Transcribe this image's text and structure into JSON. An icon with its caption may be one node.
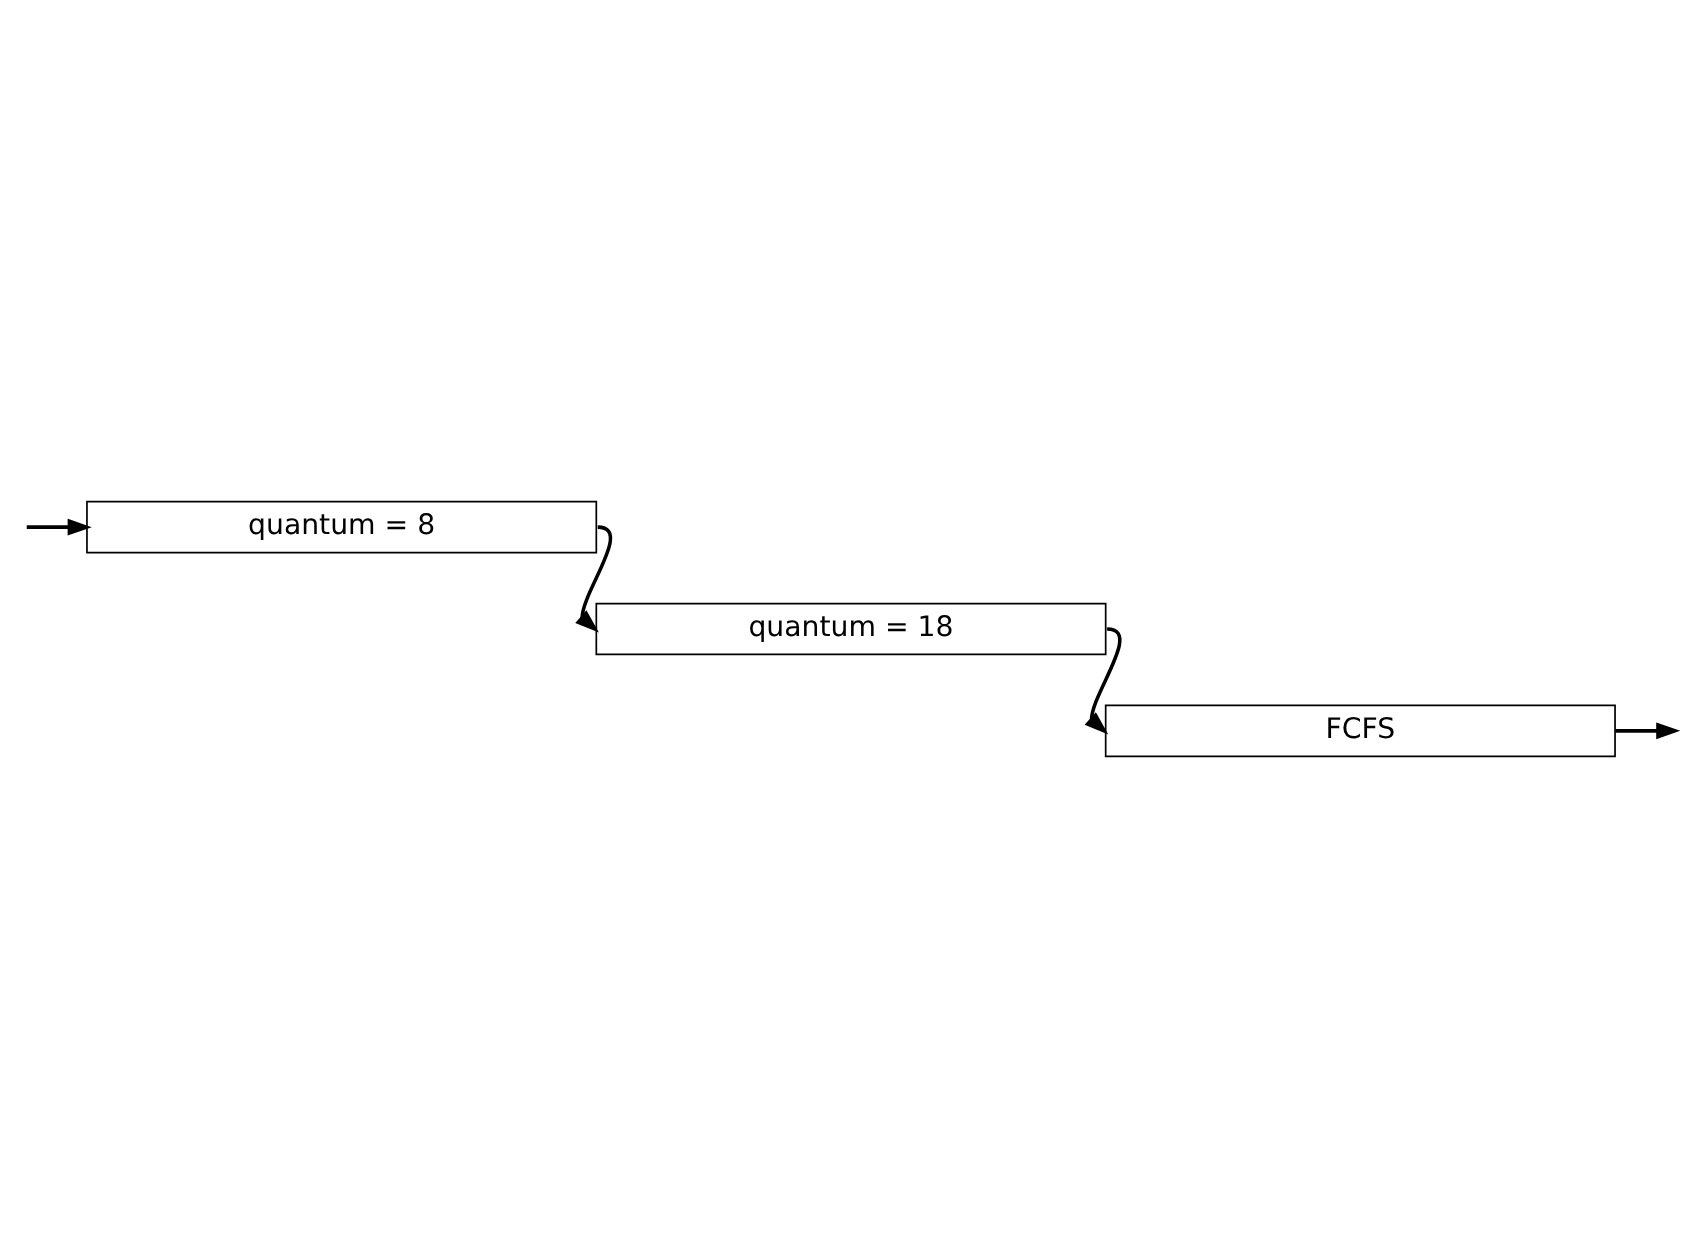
{
  "diagram": {
    "nodes": [
      {
        "text": [
          "quantum = 8"
        ]
      },
      {
        "text": [
          "quantum = 18"
        ]
      },
      {
        "text": [
          "FCFS"
        ]
      }
    ],
    "edges": [
      {
        "from": null,
        "to": 0,
        "arrow": "to"
      },
      {
        "from": 0,
        "to": 1,
        "arrow": "to"
      },
      {
        "from": 1,
        "to": 2,
        "arrow": "to"
      },
      {
        "from": 2,
        "to": null,
        "arrow": "to"
      }
    ]
  }
}
